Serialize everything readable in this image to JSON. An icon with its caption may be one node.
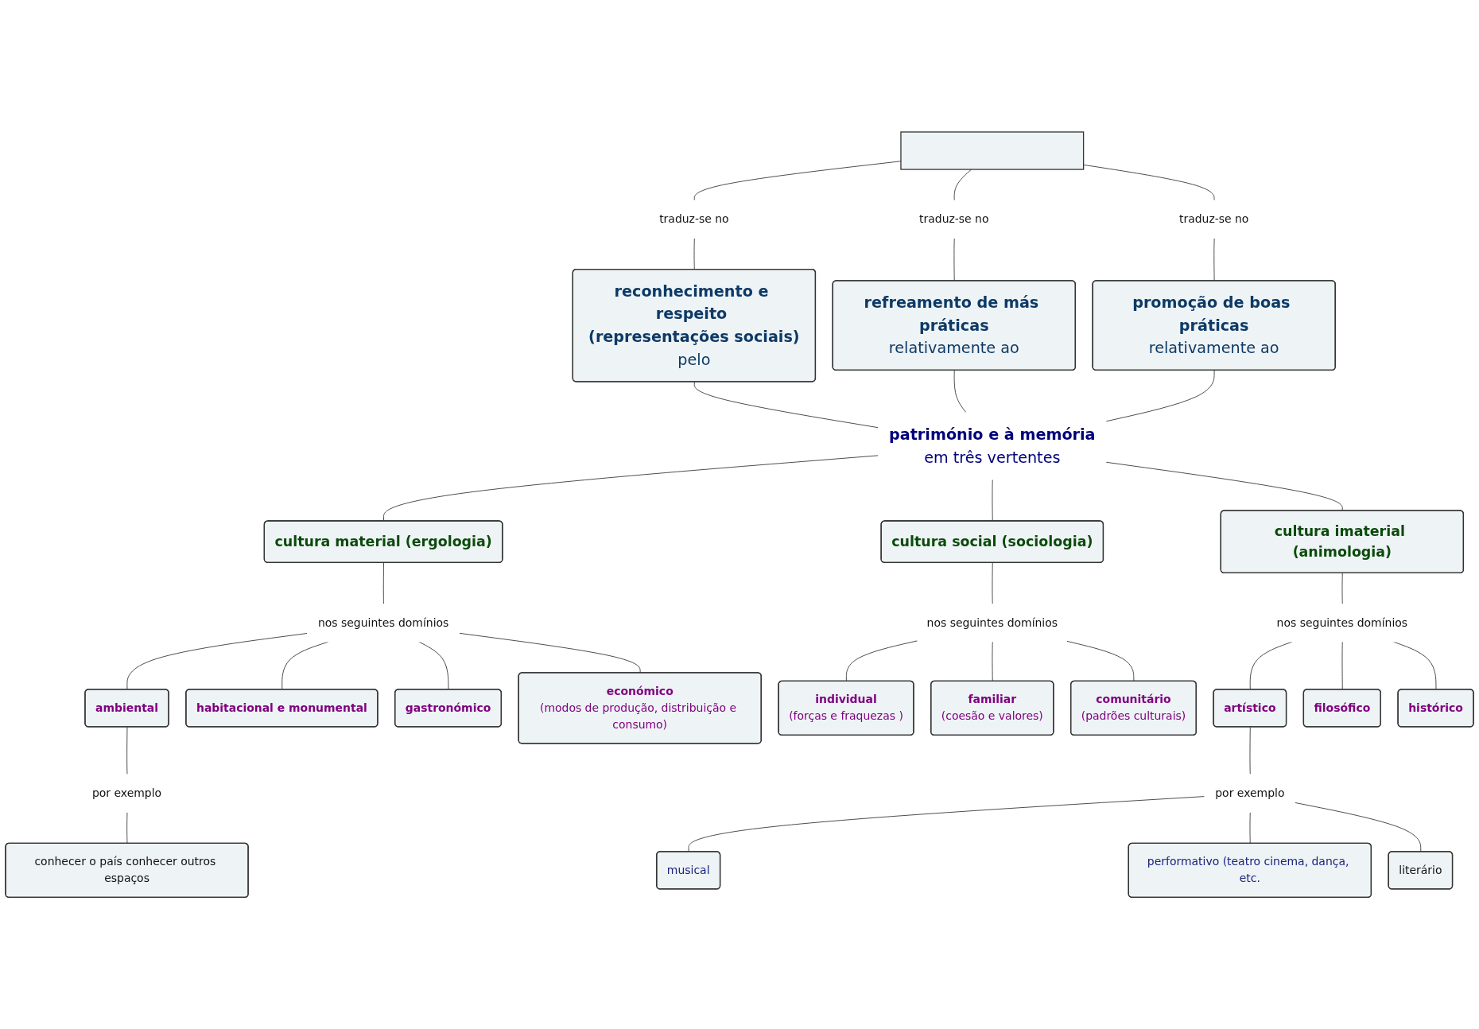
{
  "diagram": {
    "nodes": [
      {
        "text": [],
        "shape": "box"
      },
      {
        "text": [
          "traduz-se no"
        ]
      },
      {
        "text": [
          "traduz-se no"
        ]
      },
      {
        "text": [
          "traduz-se no"
        ]
      },
      {
        "text": [
          "reconhecimento e respeito (representações sociais)",
          "pelo"
        ]
      },
      {
        "text": [
          "refreamento de más práticas",
          "relativamente ao"
        ]
      },
      {
        "text": [
          "promoção de boas práticas",
          "relativamente ao"
        ]
      },
      {
        "text": [
          "património e à memória",
          "em três vertentes"
        ]
      },
      {
        "text": [
          "cultura material (ergologia)"
        ]
      },
      {
        "text": [
          "cultura social (sociologia)"
        ]
      },
      {
        "text": [
          "cultura imaterial (animologia)"
        ]
      },
      {
        "text": [
          "nos seguintes domínios"
        ]
      },
      {
        "text": [
          "nos seguintes domínios"
        ]
      },
      {
        "text": [
          "nos seguintes domínios"
        ]
      },
      {
        "text": [
          "ambiental"
        ]
      },
      {
        "text": [
          "habitacional e monumental"
        ]
      },
      {
        "text": [
          "gastronómico"
        ]
      },
      {
        "text": [
          "económico",
          "(modos de produção, distribuição e consumo)"
        ]
      },
      {
        "text": [
          "por exemplo"
        ]
      },
      {
        "text": [
          "conhecer o país conhecer outros espaços"
        ]
      },
      {
        "text": [
          "individual",
          "(forças e fraquezas )"
        ]
      },
      {
        "text": [
          "familiar",
          "(coesão e valores)"
        ]
      },
      {
        "text": [
          "comunitário",
          "(padrões culturais)"
        ]
      },
      {
        "text": [
          "artístico"
        ]
      },
      {
        "text": [
          "filosófico"
        ]
      },
      {
        "text": [
          "histórico"
        ]
      },
      {
        "text": [
          "por exemplo"
        ]
      },
      {
        "text": [
          "musical"
        ]
      },
      {
        "text": [
          "performativo (teatro cinema, dança, etc."
        ]
      },
      {
        "text": [
          "literário"
        ]
      }
    ],
    "edges": [
      {
        "from": 0,
        "to": 1,
        "arrow": "none"
      },
      {
        "from": 0,
        "to": 2,
        "arrow": "none"
      },
      {
        "from": 0,
        "to": 3,
        "arrow": "none"
      },
      {
        "from": 1,
        "to": 4,
        "arrow": "none"
      },
      {
        "from": 2,
        "to": 5,
        "arrow": "none"
      },
      {
        "from": 3,
        "to": 6,
        "arrow": "none"
      },
      {
        "from": 4,
        "to": 7,
        "arrow": "none"
      },
      {
        "from": 5,
        "to": 7,
        "arrow": "none"
      },
      {
        "from": 6,
        "to": 7,
        "arrow": "none"
      },
      {
        "from": 7,
        "to": 8,
        "arrow": "none"
      },
      {
        "from": 7,
        "to": 9,
        "arrow": "none"
      },
      {
        "from": 7,
        "to": 10,
        "arrow": "none"
      },
      {
        "from": 8,
        "to": 11,
        "arrow": "none"
      },
      {
        "from": 9,
        "to": 12,
        "arrow": "none"
      },
      {
        "from": 10,
        "to": 13,
        "arrow": "none"
      },
      {
        "from": 11,
        "to": 14,
        "arrow": "none"
      },
      {
        "from": 11,
        "to": 15,
        "arrow": "none"
      },
      {
        "from": 11,
        "to": 16,
        "arrow": "none"
      },
      {
        "from": 11,
        "to": 17,
        "arrow": "none"
      },
      {
        "from": 14,
        "to": 18,
        "arrow": "none"
      },
      {
        "from": 18,
        "to": 19,
        "arrow": "none"
      },
      {
        "from": 12,
        "to": 20,
        "arrow": "none"
      },
      {
        "from": 12,
        "to": 21,
        "arrow": "none"
      },
      {
        "from": 12,
        "to": 22,
        "arrow": "none"
      },
      {
        "from": 13,
        "to": 23,
        "arrow": "none"
      },
      {
        "from": 13,
        "to": 24,
        "arrow": "none"
      },
      {
        "from": 13,
        "to": 25,
        "arrow": "none"
      },
      {
        "from": 23,
        "to": 26,
        "arrow": "none"
      },
      {
        "from": 26,
        "to": 27,
        "arrow": "none"
      },
      {
        "from": 26,
        "to": 28,
        "arrow": "none"
      },
      {
        "from": 26,
        "to": 29,
        "arrow": "none"
      }
    ]
  }
}
